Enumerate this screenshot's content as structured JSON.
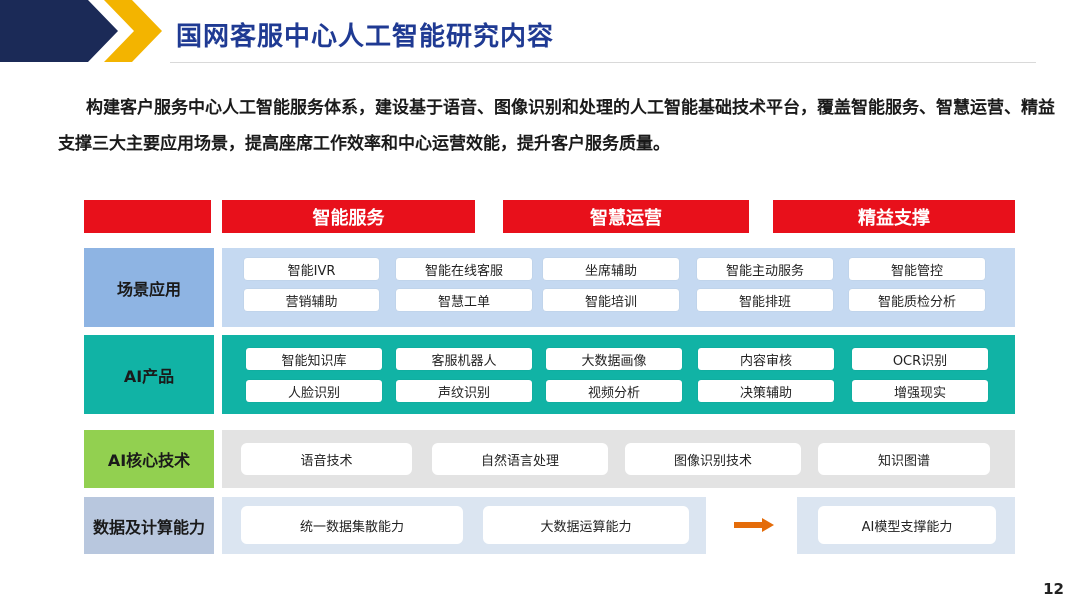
{
  "header": {
    "title": "国网客服中心人工智能研究内容"
  },
  "intro": "构建客户服务中心人工智能服务体系，建设基于语音、图像识别和处理的人工智能基础技术平台，覆盖智能服务、智慧运营、精益支撑三大主要应用场景，提高座席工作效率和中心运营效能，提升客户服务质量。",
  "top_row": {
    "blocks": [
      "智能服务",
      "智慧运营",
      "精益支撑"
    ]
  },
  "rows": {
    "scenario": {
      "label": "场景应用",
      "items": [
        "智能IVR",
        "智能在线客服",
        "坐席辅助",
        "智能主动服务",
        "智能管控",
        "营销辅助",
        "智慧工单",
        "智能培训",
        "智能排班",
        "智能质检分析"
      ]
    },
    "ai_products": {
      "label": "AI产品",
      "items": [
        "智能知识库",
        "客服机器人",
        "大数据画像",
        "内容审核",
        "OCR识别",
        "人脸识别",
        "声纹识别",
        "视频分析",
        "决策辅助",
        "增强现实"
      ]
    },
    "ai_core": {
      "label": "AI核心技术",
      "items": [
        "语音技术",
        "自然语言处理",
        "图像识别技术",
        "知识图谱"
      ]
    },
    "data_compute": {
      "label": "数据及计算能力",
      "items": [
        "统一数据集散能力",
        "大数据运算能力",
        "AI模型支撑能力"
      ]
    }
  },
  "colors": {
    "navy": "#1b2a57",
    "yellow": "#f3b400",
    "title_blue": "#1f3a93",
    "red": "#e8101b",
    "scenario_bg": "#c5d9f1",
    "scenario_label_bg": "#8eb4e3",
    "ai_product_bg": "#11b3a5",
    "ai_core_bg": "#e3e3e3",
    "ai_core_label_bg": "#92d050",
    "data_bg": "#dbe5f1",
    "data_label_bg": "#b8c7de",
    "arrow": "#e46c0a"
  },
  "page_number": "12"
}
